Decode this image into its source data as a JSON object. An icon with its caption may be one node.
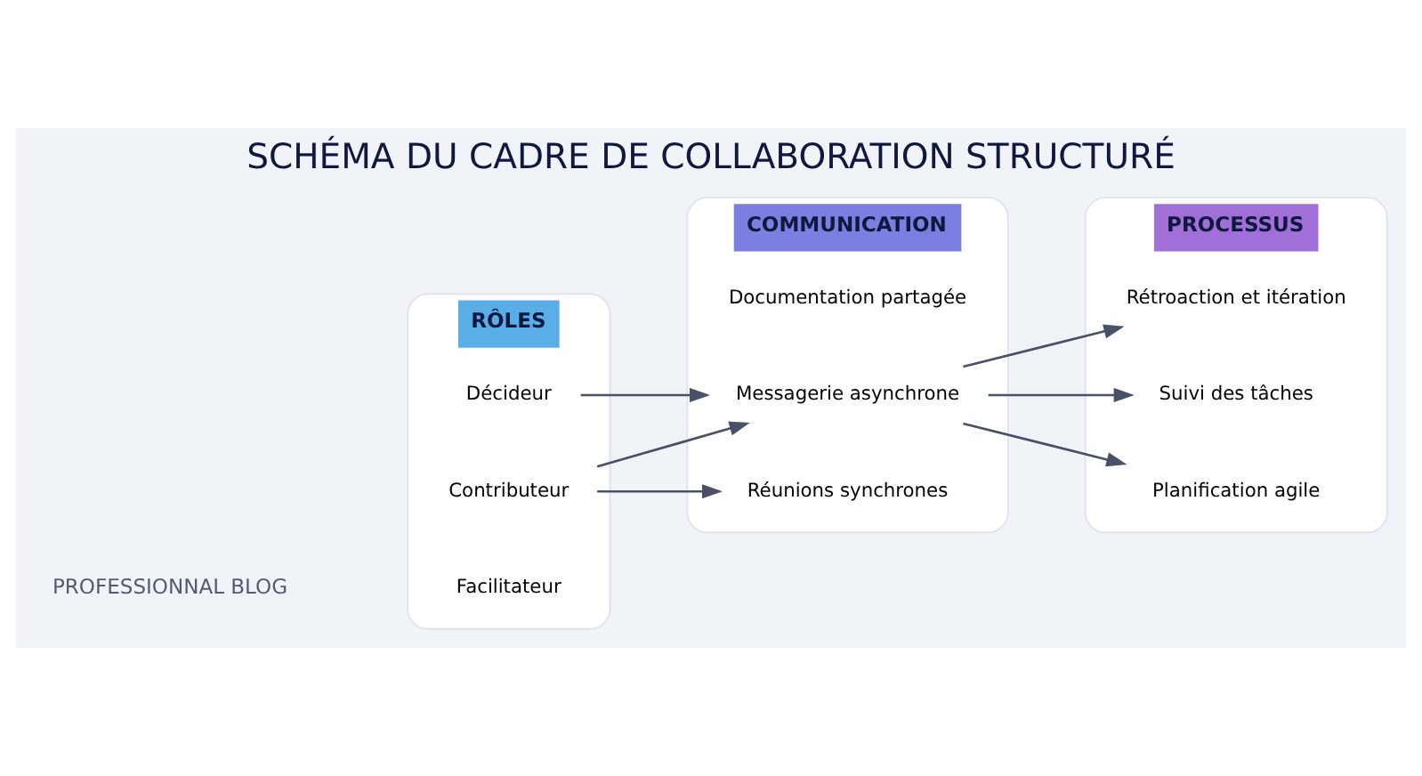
{
  "diagram": {
    "title": "SCHÉMA DU CADRE DE COLLABORATION STRUCTURÉ",
    "nodes": [
      {
        "text": [
          "RÔLES"
        ]
      },
      {
        "text": [
          "Facilitateur"
        ],
        "in": 0
      },
      {
        "text": [
          "Contributeur"
        ],
        "in": 0
      },
      {
        "text": [
          "Décideur"
        ],
        "in": 0
      },
      {
        "text": [
          "COMMUNICATION"
        ]
      },
      {
        "text": [
          "Réunions synchrones"
        ],
        "in": 4
      },
      {
        "text": [
          "Messagerie asynchrone"
        ],
        "in": 4
      },
      {
        "text": [
          "Documentation partagée"
        ],
        "in": 4
      },
      {
        "text": [
          "PROCESSUS"
        ]
      },
      {
        "text": [
          "Planification agile"
        ],
        "in": 8
      },
      {
        "text": [
          "Suivi des tâches"
        ],
        "in": 8
      },
      {
        "text": [
          "Rétroaction et itération"
        ],
        "in": 8
      }
    ],
    "edges": [
      {
        "from": 2,
        "to": 5,
        "arrow": "to"
      },
      {
        "from": 2,
        "to": 6,
        "arrow": "to"
      },
      {
        "from": 3,
        "to": 6,
        "arrow": "to"
      },
      {
        "from": 6,
        "to": 9,
        "arrow": "to"
      },
      {
        "from": 6,
        "to": 10,
        "arrow": "to"
      },
      {
        "from": 6,
        "to": 11,
        "arrow": "to"
      }
    ],
    "labels": [
      "PROFESSIONNAL BLOG"
    ]
  }
}
